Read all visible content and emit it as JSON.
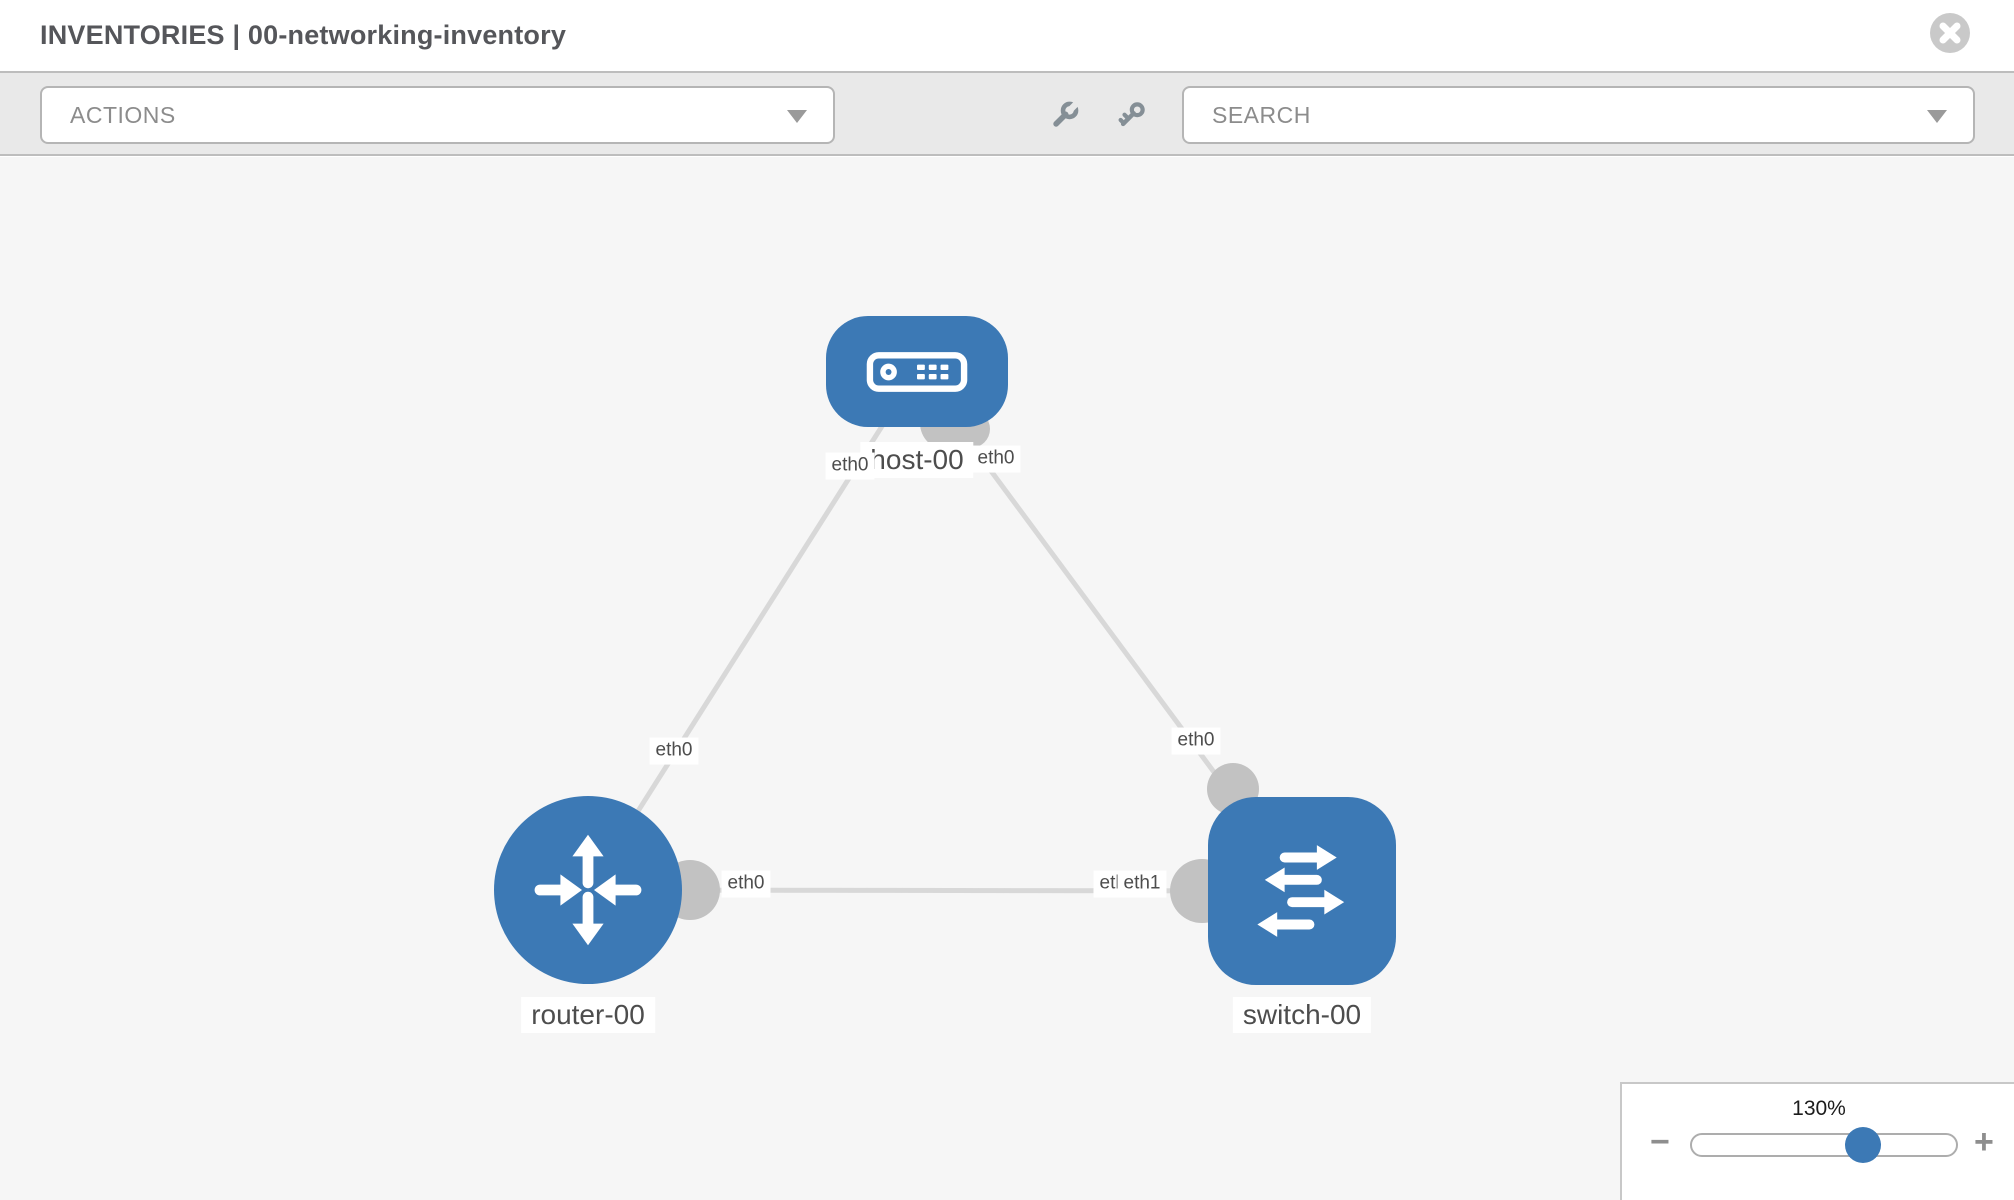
{
  "header": {
    "title": "INVENTORIES | 00-networking-inventory"
  },
  "toolbar": {
    "actions_label": "ACTIONS",
    "search_label": "SEARCH",
    "icons": [
      "wrench-icon",
      "key-icon"
    ]
  },
  "topology": {
    "nodes": {
      "host": {
        "label": "host-00",
        "type": "host"
      },
      "router": {
        "label": "router-00",
        "type": "router"
      },
      "switch": {
        "label": "switch-00",
        "type": "switch"
      }
    },
    "links": [
      {
        "from": "host-00",
        "to": "router-00",
        "from_interface": "eth0",
        "to_interface": "eth0"
      },
      {
        "from": "host-00",
        "to": "switch-00",
        "from_interface": "eth0",
        "to_interface": "eth0"
      },
      {
        "from": "router-00",
        "to": "switch-00",
        "from_interface": "eth0",
        "to_interface": "eth1"
      }
    ],
    "edge_labels": {
      "host_router_host_end": "eth0",
      "host_router_router_end": "eth0",
      "host_switch_host_end": "eth0",
      "host_switch_switch_end": "eth0",
      "router_switch_router_end": "eth0",
      "router_switch_switch_end_under": "eth0",
      "router_switch_switch_end_over": "eth1"
    }
  },
  "zoom_control": {
    "value": "130%",
    "zoom_out_glyph": "−",
    "zoom_in_glyph": "+",
    "slider_position_percent": 64
  },
  "colors": {
    "node-blue": "#3c79b5",
    "edge-gray": "#d8d8d8",
    "dot-gray": "#c2c2c2",
    "toolbar-bg": "#e9e9e9",
    "canvas-bg": "#f6f6f6",
    "border-gray": "#b5b5b5",
    "text-dark": "#4d4d4d",
    "text-muted": "#8c8c8c",
    "icon-gray": "#858f96",
    "close-gray": "#c9c9c9"
  }
}
